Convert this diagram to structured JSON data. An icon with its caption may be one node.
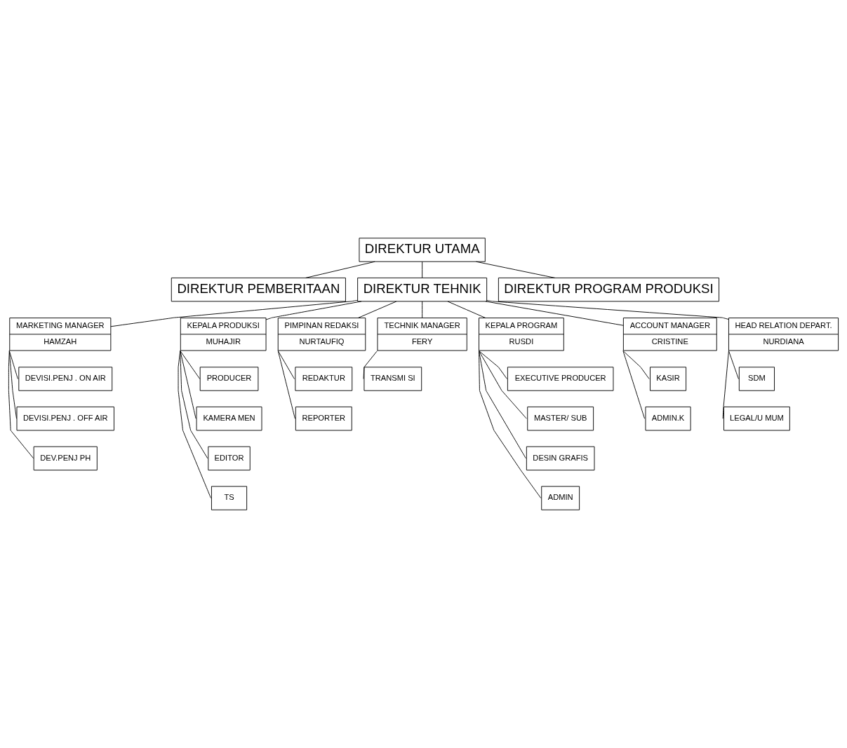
{
  "diagram": {
    "nodes": [
      {
        "text": [
          "DIREKTUR UTAMA"
        ]
      },
      {
        "text": [
          "DIREKTUR PEMBERITAAN"
        ]
      },
      {
        "text": [
          "DIREKTUR TEHNIK"
        ]
      },
      {
        "text": [
          "DIREKTUR PROGRAM PRODUKSI"
        ]
      },
      {
        "text": [
          "MARKETING MANAGER",
          "HAMZAH"
        ]
      },
      {
        "text": [
          "DEVISI.PENJ . ON AIR"
        ]
      },
      {
        "text": [
          "DEVISI.PENJ . OFF AIR"
        ]
      },
      {
        "text": [
          "DEV.PENJ PH"
        ]
      },
      {
        "text": [
          "KEPALA PRODUKSI",
          "MUHAJIR"
        ]
      },
      {
        "text": [
          "PRODUCER"
        ]
      },
      {
        "text": [
          "KAMERA MEN"
        ]
      },
      {
        "text": [
          "EDITOR"
        ]
      },
      {
        "text": [
          "TS"
        ]
      },
      {
        "text": [
          "PIMPINAN REDAKSI",
          "NURTAUFIQ"
        ]
      },
      {
        "text": [
          "REDAKTUR"
        ]
      },
      {
        "text": [
          "REPORTER"
        ]
      },
      {
        "text": [
          "TECHNIK MANAGER",
          "FERY"
        ]
      },
      {
        "text": [
          "TRANSMI SI"
        ]
      },
      {
        "text": [
          "KEPALA PROGRAM",
          "RUSDI"
        ]
      },
      {
        "text": [
          "EXECUTIVE PRODUCER"
        ]
      },
      {
        "text": [
          "MASTER/ SUB"
        ]
      },
      {
        "text": [
          "DESIN GRAFIS"
        ]
      },
      {
        "text": [
          "ADMIN"
        ]
      },
      {
        "text": [
          "ACCOUNT MANAGER",
          "CRISTINE"
        ]
      },
      {
        "text": [
          "KASIR"
        ]
      },
      {
        "text": [
          "ADMIN.K"
        ]
      },
      {
        "text": [
          "HEAD RELATION DEPART.",
          "NURDIANA"
        ]
      },
      {
        "text": [
          "SDM"
        ]
      },
      {
        "text": [
          "LEGAL/U MUM"
        ]
      }
    ],
    "edges": [
      {
        "from": 0,
        "to": 1,
        "arrow": "none"
      },
      {
        "from": 0,
        "to": 2,
        "arrow": "none"
      },
      {
        "from": 0,
        "to": 3,
        "arrow": "none"
      },
      {
        "from": 2,
        "to": 4,
        "arrow": "none"
      },
      {
        "from": 2,
        "to": 8,
        "arrow": "none"
      },
      {
        "from": 2,
        "to": 13,
        "arrow": "none"
      },
      {
        "from": 2,
        "to": 16,
        "arrow": "none"
      },
      {
        "from": 2,
        "to": 18,
        "arrow": "none"
      },
      {
        "from": 2,
        "to": 23,
        "arrow": "none"
      },
      {
        "from": 2,
        "to": 26,
        "arrow": "none"
      },
      {
        "from": 4,
        "to": 5,
        "arrow": "none"
      },
      {
        "from": 4,
        "to": 6,
        "arrow": "none"
      },
      {
        "from": 4,
        "to": 7,
        "arrow": "none"
      },
      {
        "from": 8,
        "to": 9,
        "arrow": "none"
      },
      {
        "from": 8,
        "to": 10,
        "arrow": "none"
      },
      {
        "from": 8,
        "to": 11,
        "arrow": "none"
      },
      {
        "from": 8,
        "to": 12,
        "arrow": "none"
      },
      {
        "from": 13,
        "to": 14,
        "arrow": "none"
      },
      {
        "from": 13,
        "to": 15,
        "arrow": "none"
      },
      {
        "from": 16,
        "to": 17,
        "arrow": "none"
      },
      {
        "from": 18,
        "to": 19,
        "arrow": "none"
      },
      {
        "from": 18,
        "to": 20,
        "arrow": "none"
      },
      {
        "from": 18,
        "to": 21,
        "arrow": "none"
      },
      {
        "from": 18,
        "to": 22,
        "arrow": "none"
      },
      {
        "from": 23,
        "to": 24,
        "arrow": "none"
      },
      {
        "from": 23,
        "to": 25,
        "arrow": "none"
      },
      {
        "from": 26,
        "to": 27,
        "arrow": "none"
      },
      {
        "from": 26,
        "to": 28,
        "arrow": "none"
      }
    ]
  }
}
